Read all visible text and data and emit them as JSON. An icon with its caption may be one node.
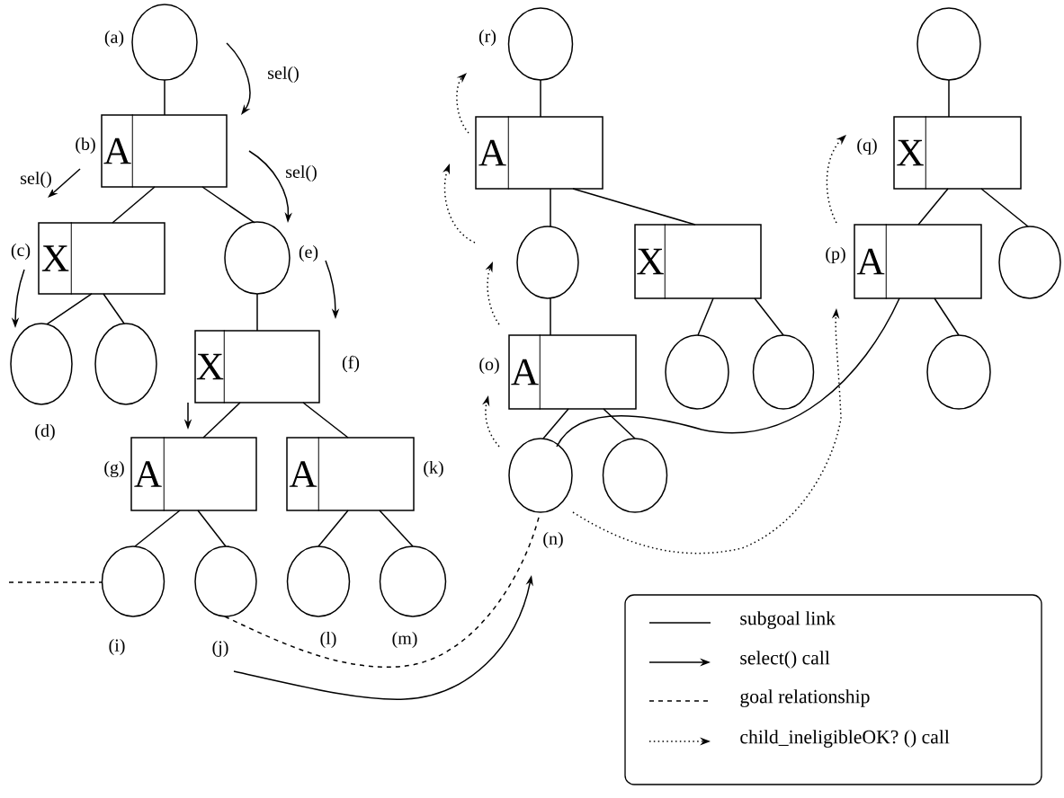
{
  "diagram": {
    "nodes": [
      {
        "text": [],
        "shape": "circle",
        "beside": [
          "(a)"
        ]
      },
      {
        "text": [
          "A"
        ],
        "beside": [
          "(b)"
        ]
      },
      {
        "text": [
          "X"
        ],
        "beside": [
          "(c)"
        ]
      },
      {
        "text": [],
        "shape": "circle",
        "beside": [
          "(d)"
        ]
      },
      {
        "text": [],
        "shape": "circle"
      },
      {
        "text": [],
        "shape": "circle",
        "beside": [
          "(e)"
        ]
      },
      {
        "text": [
          "X"
        ],
        "beside": [
          "(f)"
        ]
      },
      {
        "text": [
          "A"
        ],
        "beside": [
          "(g)"
        ]
      },
      {
        "text": [
          "A"
        ],
        "beside": [
          "(k)"
        ]
      },
      {
        "text": [],
        "shape": "circle",
        "beside": [
          "(i)"
        ]
      },
      {
        "text": [],
        "shape": "circle",
        "beside": [
          "(j)"
        ]
      },
      {
        "text": [],
        "shape": "circle",
        "beside": [
          "(l)"
        ]
      },
      {
        "text": [],
        "shape": "circle",
        "beside": [
          "(m)"
        ]
      },
      {
        "text": [],
        "shape": "circle",
        "beside": [
          "(r)"
        ]
      },
      {
        "text": [
          "A"
        ]
      },
      {
        "text": [],
        "shape": "circle"
      },
      {
        "text": [
          "X"
        ]
      },
      {
        "text": [
          "A"
        ],
        "beside": [
          "(o)"
        ]
      },
      {
        "text": [],
        "shape": "circle"
      },
      {
        "text": [],
        "shape": "circle"
      },
      {
        "text": [],
        "shape": "circle",
        "beside": [
          "(n)"
        ]
      },
      {
        "text": [],
        "shape": "circle"
      },
      {
        "text": [],
        "shape": "circle"
      },
      {
        "text": [
          "X"
        ],
        "beside": [
          "(q)"
        ]
      },
      {
        "text": [
          "A"
        ],
        "beside": [
          "(p)"
        ]
      },
      {
        "text": [],
        "shape": "circle"
      },
      {
        "text": [],
        "shape": "circle"
      }
    ],
    "edges": [
      {
        "from": 0,
        "to": 1,
        "arrow": "none"
      },
      {
        "from": 1,
        "to": 2,
        "arrow": "none"
      },
      {
        "from": 1,
        "to": 5,
        "arrow": "none"
      },
      {
        "from": 2,
        "to": 3,
        "arrow": "none"
      },
      {
        "from": 2,
        "to": 4,
        "arrow": "none"
      },
      {
        "from": 5,
        "to": 6,
        "arrow": "none"
      },
      {
        "from": 6,
        "to": 7,
        "arrow": "none"
      },
      {
        "from": 6,
        "to": 8,
        "arrow": "none"
      },
      {
        "from": 7,
        "to": 9,
        "arrow": "none"
      },
      {
        "from": 7,
        "to": 10,
        "arrow": "none"
      },
      {
        "from": 8,
        "to": 11,
        "arrow": "none"
      },
      {
        "from": 8,
        "to": 12,
        "arrow": "none"
      },
      {
        "from": 13,
        "to": 14,
        "arrow": "none"
      },
      {
        "from": 14,
        "to": 15,
        "arrow": "none"
      },
      {
        "from": 14,
        "to": 16,
        "arrow": "none"
      },
      {
        "from": 15,
        "to": 17,
        "arrow": "none"
      },
      {
        "from": 16,
        "to": 18,
        "arrow": "none"
      },
      {
        "from": 16,
        "to": 19,
        "arrow": "none"
      },
      {
        "from": 17,
        "to": 20,
        "arrow": "none"
      },
      {
        "from": 17,
        "to": 21,
        "arrow": "none"
      },
      {
        "from": 22,
        "to": 23,
        "arrow": "none"
      },
      {
        "from": 23,
        "to": 24,
        "arrow": "none"
      },
      {
        "from": 23,
        "to": 25,
        "arrow": "none"
      },
      {
        "from": 24,
        "to": 26,
        "arrow": "none"
      },
      {
        "from": 20,
        "to": 24,
        "arrow": "none"
      },
      {
        "from": 0,
        "to": 1,
        "arrow": "to",
        "label": "sel()"
      },
      {
        "from": 1,
        "to": 2,
        "arrow": "to",
        "label": "sel()"
      },
      {
        "from": 1,
        "to": 5,
        "arrow": "to",
        "label": "sel()"
      },
      {
        "from": 2,
        "to": 3,
        "arrow": "to"
      },
      {
        "from": 5,
        "to": 6,
        "arrow": "to"
      },
      {
        "from": 6,
        "to": 7,
        "arrow": "to"
      },
      {
        "from": 10,
        "to": 20,
        "arrow": "to"
      },
      {
        "from": null,
        "to": 9,
        "arrow": "none",
        "style": "dashed"
      },
      {
        "from": 10,
        "to": 20,
        "arrow": "none",
        "style": "dashed"
      },
      {
        "from": 20,
        "to": 17,
        "arrow": "to",
        "style": "dashed"
      },
      {
        "from": 17,
        "to": 15,
        "arrow": "to",
        "style": "dashed"
      },
      {
        "from": 15,
        "to": 14,
        "arrow": "to",
        "style": "dashed"
      },
      {
        "from": 14,
        "to": 13,
        "arrow": "to",
        "style": "dashed"
      },
      {
        "from": 20,
        "to": 24,
        "arrow": "to",
        "style": "dashed"
      },
      {
        "from": 24,
        "to": 23,
        "arrow": "to",
        "style": "dashed"
      }
    ],
    "legend": [
      {
        "text": "subgoal link"
      },
      {
        "text": "select() call"
      },
      {
        "text": "goal relationship"
      },
      {
        "text": "child_ineligibleOK? () call"
      }
    ]
  }
}
